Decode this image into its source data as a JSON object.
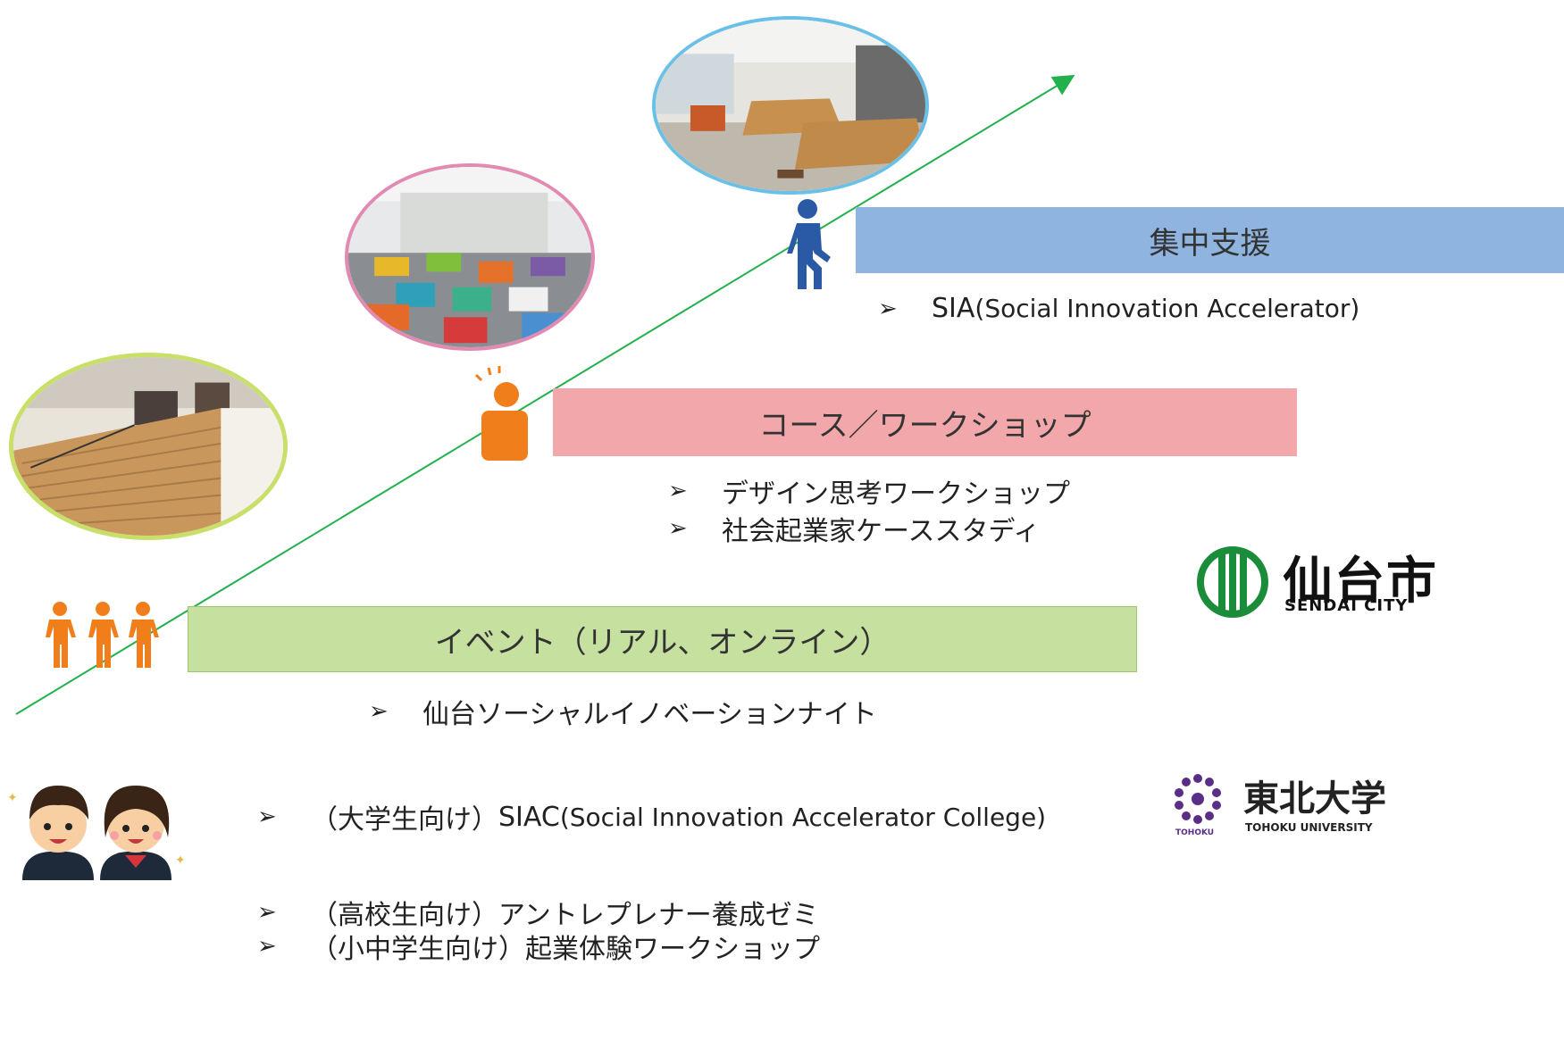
{
  "levels": {
    "intensive": {
      "title": "集中支援",
      "items": [
        {
          "main": "SIA",
          "sub": " (Social Innovation Accelerator)"
        }
      ]
    },
    "course": {
      "title": "コース／ワークショップ",
      "items": [
        "デザイン思考ワークショップ",
        "社会起業家ケーススタディ"
      ]
    },
    "event": {
      "title": "イベント（リアル、オンライン）",
      "items": [
        "仙台ソーシャルイノベーションナイト"
      ]
    }
  },
  "youth_programs": [
    {
      "prefix": "（大学生向け）",
      "main": "SIAC",
      "sub": " (Social Innovation Accelerator College)"
    },
    {
      "prefix": "（高校生向け）",
      "main": "アントレプレナー養成ゼミ",
      "sub": ""
    },
    {
      "prefix": "（小中学生向け）",
      "main": "起業体験ワークショップ",
      "sub": ""
    }
  ],
  "logos": {
    "sendai": {
      "name": "仙台市",
      "en": "SENDAI CITY"
    },
    "tohoku": {
      "name": "東北大学",
      "en": "TOHOKU UNIVERSITY",
      "mark": "TOHOKU"
    }
  },
  "bullet_symbol": "➢",
  "colors": {
    "arrow_green": "#22b14c",
    "blue_band": "#8fb4e0",
    "pink_band": "#f2a7ab",
    "green_band": "#c6e0a0",
    "figure_orange": "#f07e1b",
    "figure_blue": "#2a5aa6",
    "sendai_green": "#1a8c3a",
    "tohoku_purple": "#5a2e86"
  }
}
